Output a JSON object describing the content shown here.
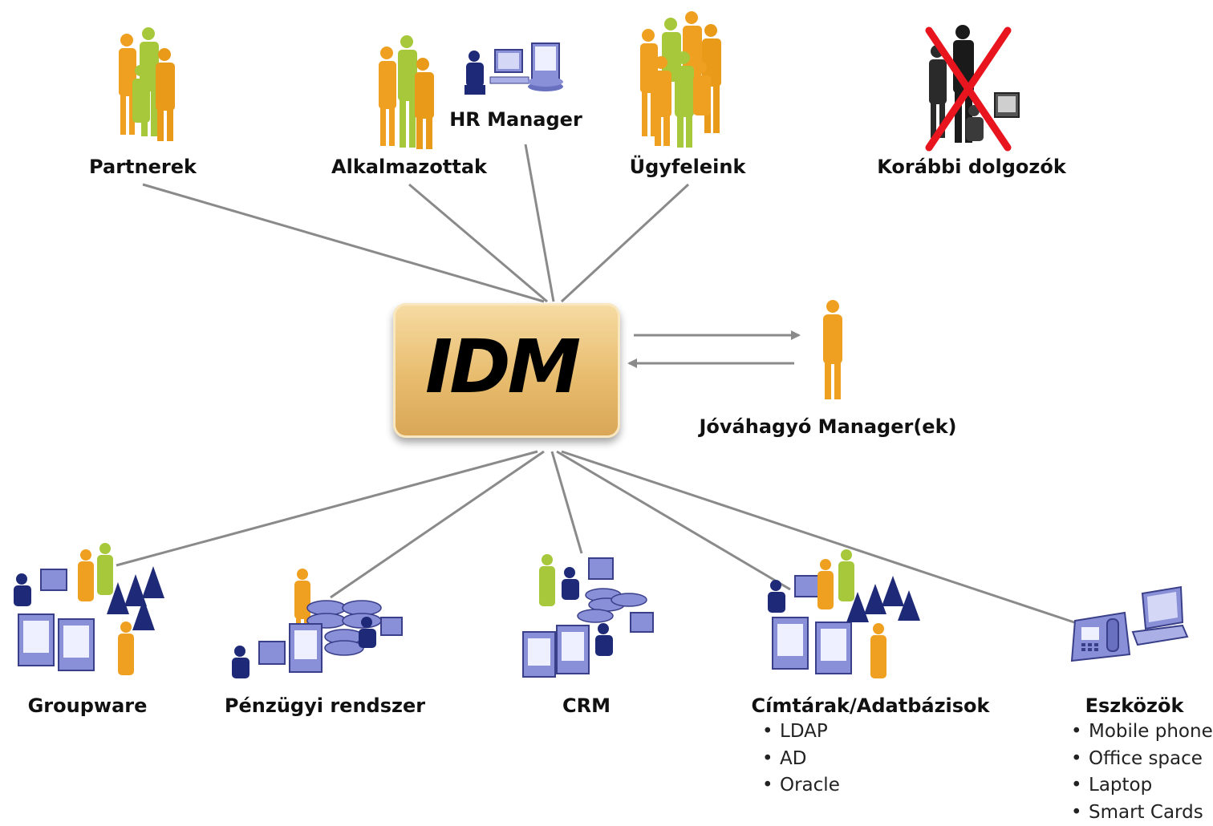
{
  "center": {
    "label": "IDM"
  },
  "top_nodes": [
    {
      "label": "Partnerek"
    },
    {
      "label": "Alkalmazottak"
    },
    {
      "label": "HR Manager"
    },
    {
      "label": "Ügyfeleink"
    },
    {
      "label": "Korábbi dolgozók"
    }
  ],
  "approver": {
    "label": "Jóváhagyó Manager(ek)"
  },
  "bottom_nodes": [
    {
      "label": "Groupware"
    },
    {
      "label": "Pénzügyi rendszer"
    },
    {
      "label": "CRM"
    },
    {
      "label": "Címtárak/Adatbázisok",
      "items": [
        "LDAP",
        "AD",
        "Oracle"
      ]
    },
    {
      "label": "Eszközök",
      "items": [
        "Mobile phone",
        "Office space",
        "Laptop",
        "Smart Cards"
      ]
    }
  ],
  "colors": {
    "orange": "#f0a020",
    "green": "#a6c83a",
    "navy": "#1e2a78",
    "lavender": "#8a90d8",
    "line": "#8a8a8a",
    "cross": "#e8141e"
  },
  "icons": [
    "people-group-icon",
    "worker-computer-icon",
    "inactive-users-icon",
    "approver-person-icon",
    "server-network-icon",
    "phone-laptop-icon"
  ]
}
